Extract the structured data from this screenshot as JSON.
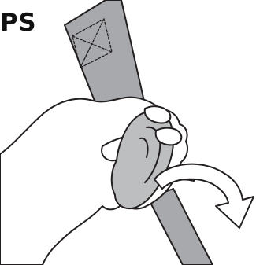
{
  "heading": {
    "text": "PS"
  },
  "colors": {
    "strap_fill": "#a7a9ac",
    "strap_dark": "#939598",
    "buckle_fill": "#bcbec0",
    "outline": "#231f20",
    "arrow_fill": "#ffffff",
    "background": "#ffffff"
  },
  "icons": {
    "arrow": "curved-arrow-icon",
    "hand": "hand-illustration",
    "buckle": "strap-buckle-illustration"
  }
}
